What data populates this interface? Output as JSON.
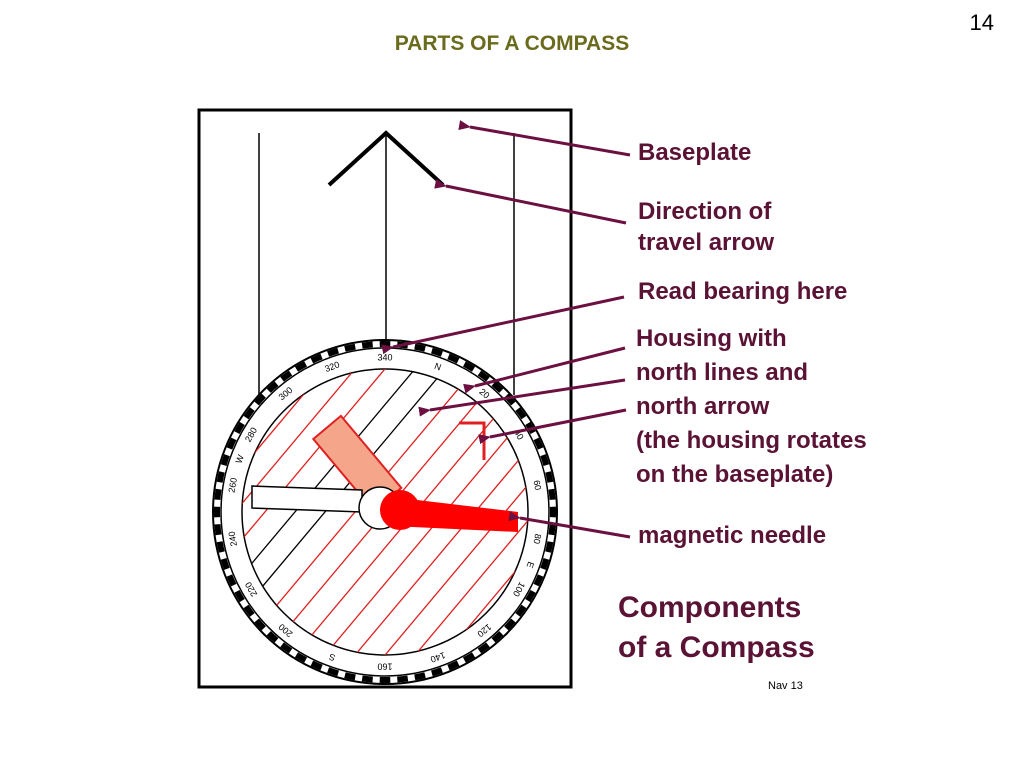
{
  "slide": {
    "title": "PARTS OF A COMPASS",
    "page_number": "14",
    "footnote": "Nav 13"
  },
  "labels": {
    "baseplate": "Baseplate",
    "direction_line1": "Direction of",
    "direction_line2": "travel arrow",
    "read_bearing": "Read bearing here",
    "housing_line1": "Housing with",
    "housing_line2": "north lines and",
    "housing_line3": "north arrow",
    "housing_line4": "(the housing rotates",
    "housing_line5": "on the baseplate)",
    "needle": "magnetic needle"
  },
  "components_title": {
    "line1": "Components",
    "line2": "of a Compass"
  },
  "dial": {
    "ticks": [
      {
        "text": "N",
        "angle": 20
      },
      {
        "text": "20",
        "angle": 40
      },
      {
        "text": "40",
        "angle": 60
      },
      {
        "text": "60",
        "angle": 80
      },
      {
        "text": "80",
        "angle": 100
      },
      {
        "text": "E",
        "angle": 110
      },
      {
        "text": "100",
        "angle": 120
      },
      {
        "text": "120",
        "angle": 140
      },
      {
        "text": "140",
        "angle": 160
      },
      {
        "text": "160",
        "angle": 180
      },
      {
        "text": "S",
        "angle": 200
      },
      {
        "text": "200",
        "angle": 220
      },
      {
        "text": "220",
        "angle": 240
      },
      {
        "text": "240",
        "angle": 260
      },
      {
        "text": "260",
        "angle": 280
      },
      {
        "text": "W",
        "angle": 290
      },
      {
        "text": "280",
        "angle": 300
      },
      {
        "text": "300",
        "angle": 320
      },
      {
        "text": "320",
        "angle": 340
      },
      {
        "text": "340",
        "angle": 360
      }
    ]
  },
  "colors": {
    "label": "#5a1235",
    "arrow": "#6b1040",
    "title": "#6b6b1e",
    "needle_red": "#ff0000",
    "north_arrow": "#f4a58a",
    "north_line": "#e02020"
  }
}
